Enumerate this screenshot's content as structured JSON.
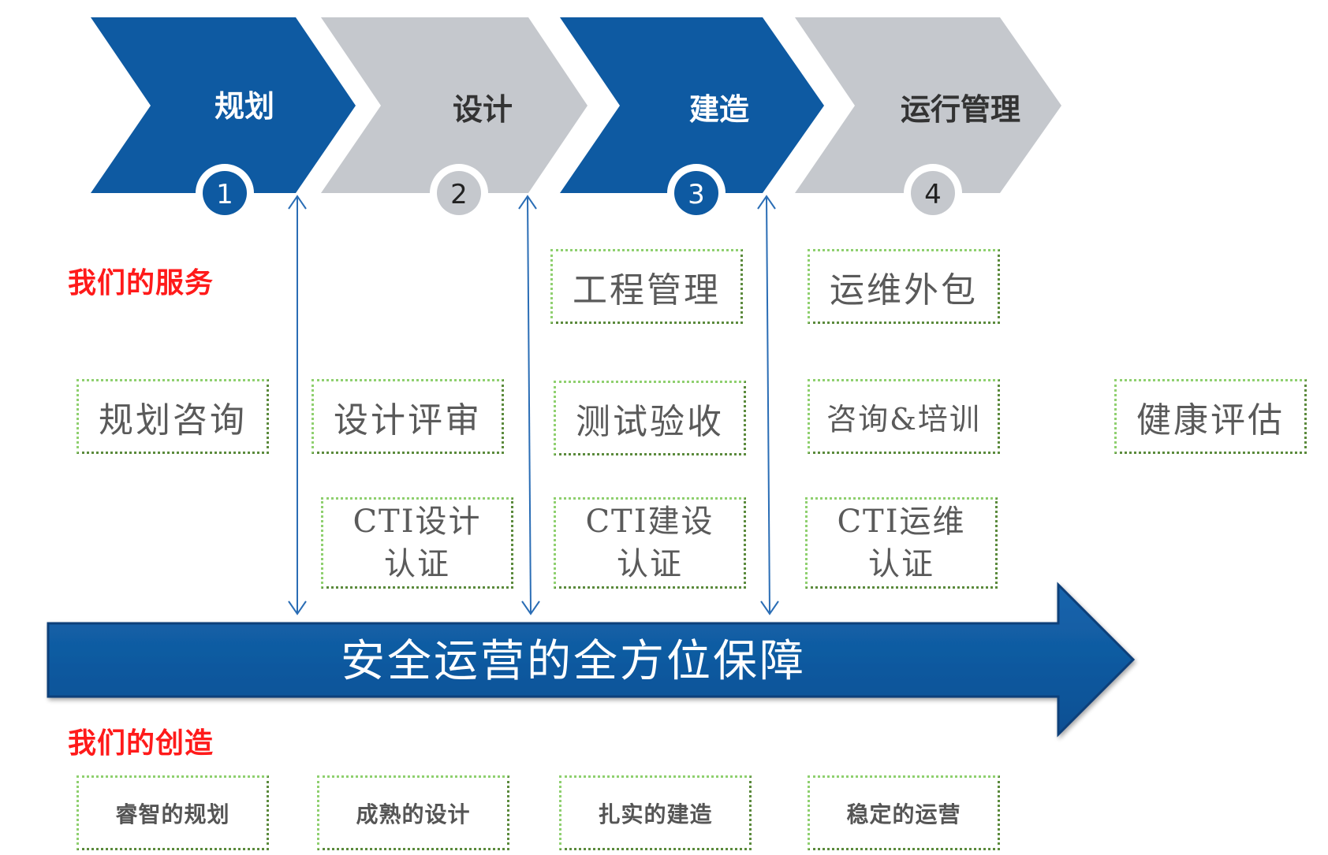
{
  "phases": [
    {
      "label": "规划",
      "number": "1",
      "color": "#0e5aa2"
    },
    {
      "label": "设计",
      "number": "2",
      "color": "#c5c8cd"
    },
    {
      "label": "建造",
      "number": "3",
      "color": "#0e5aa2"
    },
    {
      "label": "运行管理",
      "number": "4",
      "color": "#c5c8cd"
    }
  ],
  "services_label": "我们的服务",
  "services": {
    "engineering_management": "工程管理",
    "ops_outsourcing": "运维外包",
    "planning_consulting": "规划咨询",
    "design_review": "设计评审",
    "testing_acceptance": "测试验收",
    "consulting_training": "咨询&培训",
    "health_assessment": "健康评估",
    "cti_design": {
      "line1": "CTI设计",
      "line2": "认证"
    },
    "cti_construction": {
      "line1": "CTI建设",
      "line2": "认证"
    },
    "cti_operations": {
      "line1": "CTI运维",
      "line2": "认证"
    }
  },
  "main_arrow_text": "安全运营的全方位保障",
  "creations_label": "我们的创造",
  "creations": [
    "睿智的规划",
    "成熟的设计",
    "扎实的建造",
    "稳定的运营"
  ],
  "colors": {
    "blue": "#0e5aa2",
    "gray": "#c5c8cd",
    "red_label": "#ff1a1a",
    "dotted_light": "#8fd06f",
    "dotted_dark": "#5b8a3c"
  }
}
